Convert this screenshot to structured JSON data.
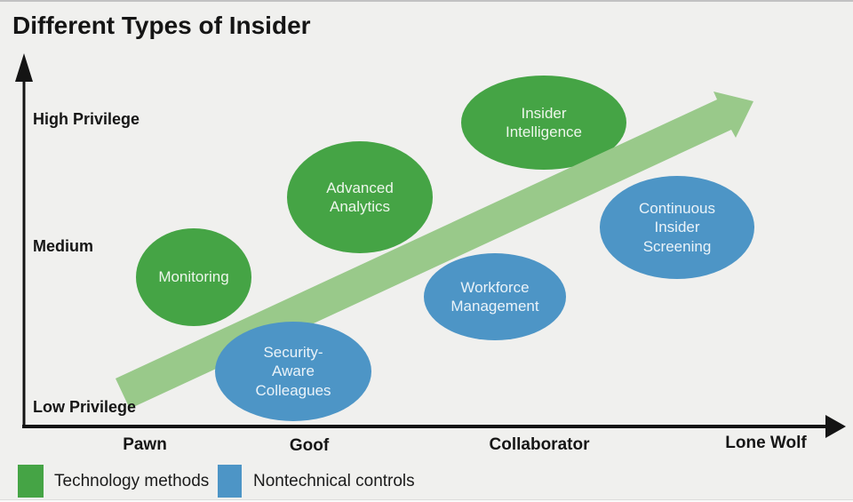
{
  "title": "Different Types of Insider",
  "colors": {
    "technology_green": "#45A445",
    "nontechnical_blue": "#4D95C6",
    "trend_arrow_green": "#99C98A",
    "background": "#F0F0EE",
    "axis_black": "#141414"
  },
  "axes": {
    "y": {
      "labels": [
        "High Privilege",
        "Medium",
        "Low Privilege"
      ]
    },
    "x": {
      "labels": [
        "Pawn",
        "Goof",
        "Collaborator",
        "Lone Wolf"
      ]
    }
  },
  "bubbles": [
    {
      "label": "Monitoring",
      "group": "technology"
    },
    {
      "label": "Advanced Analytics",
      "group": "technology"
    },
    {
      "label": "Insider Intelligence",
      "group": "technology"
    },
    {
      "label": "Security-Aware Colleagues",
      "group": "nontechnical"
    },
    {
      "label": "Workforce Management",
      "group": "nontechnical"
    },
    {
      "label": "Continuous Insider Screening",
      "group": "nontechnical"
    }
  ],
  "legend": {
    "items": [
      {
        "label": "Technology methods",
        "swatch": "green"
      },
      {
        "label": "Nontechnical controls",
        "swatch": "blue"
      }
    ]
  }
}
